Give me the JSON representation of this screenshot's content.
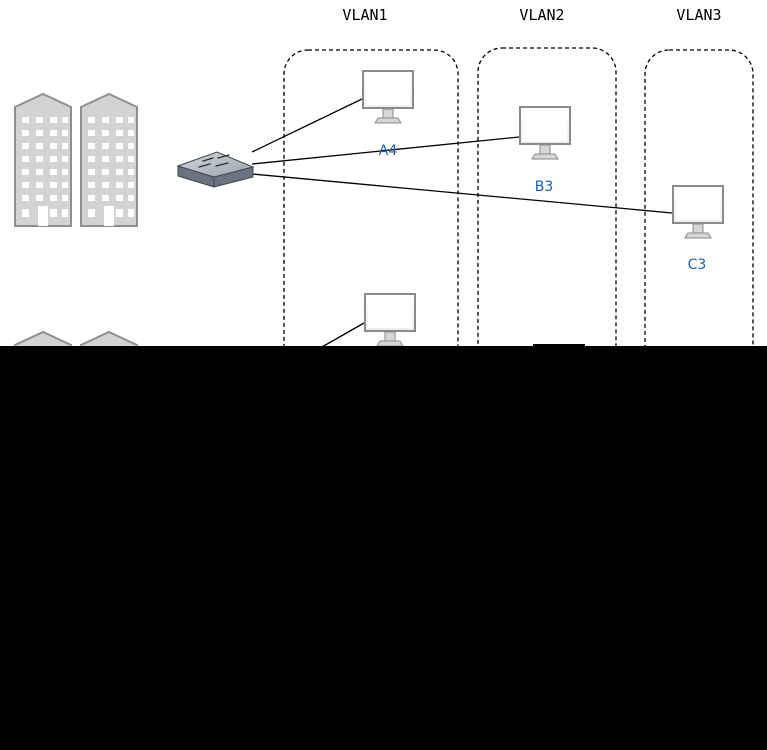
{
  "vlans": [
    {
      "label": "VLAN1"
    },
    {
      "label": "VLAN2"
    },
    {
      "label": "VLAN3"
    }
  ],
  "computers": [
    {
      "label": "A4",
      "vlan": "VLAN1"
    },
    {
      "label": "B3",
      "vlan": "VLAN2"
    },
    {
      "label": "C3",
      "vlan": "VLAN3"
    },
    {
      "label": "",
      "vlan": "VLAN1"
    }
  ],
  "devices": {
    "switch_icon": "network-switch-icon",
    "building_icon": "office-building-icon",
    "computer_icon": "desktop-monitor-icon"
  },
  "colors": {
    "pc_label": "#1f5fae",
    "building_fill": "#d3d3d3",
    "building_stroke": "#8f8f8f",
    "switch_top": "#b9c0ca",
    "switch_side": "#6b7380",
    "occlusion": "#000000"
  }
}
